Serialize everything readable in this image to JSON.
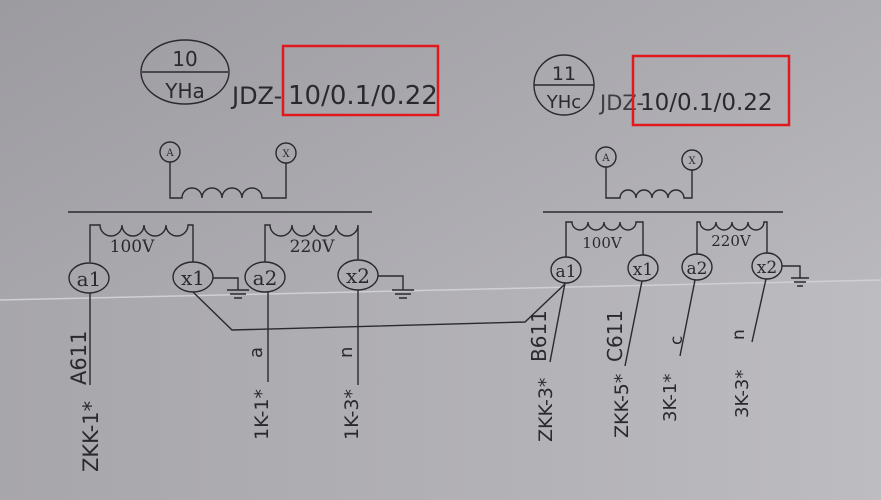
{
  "left_transformer": {
    "symbol_top": "10",
    "symbol_bottom": "YHa",
    "model_prefix": "JDZ-",
    "model_ratio": "10/0.1/0.22",
    "primary": {
      "start": "A",
      "end": "X"
    },
    "secondary_1_voltage": "100V",
    "secondary_2_voltage": "220V",
    "terminals": [
      "a1",
      "x1",
      "a2",
      "x2"
    ],
    "wires": [
      {
        "label": "A611",
        "terminal": "ZKK-1*"
      },
      {
        "label": "a",
        "terminal": "1K-1*"
      },
      {
        "label": "n",
        "terminal": "1K-3*"
      }
    ]
  },
  "right_transformer": {
    "symbol_top": "11",
    "symbol_bottom": "YHc",
    "model_prefix": "JDZ-",
    "model_ratio": "10/0.1/0.22",
    "primary": {
      "start": "A",
      "end": "X"
    },
    "secondary_1_voltage": "100V",
    "secondary_2_voltage": "220V",
    "terminals": [
      "a1",
      "x1",
      "a2",
      "x2"
    ],
    "wires": [
      {
        "label": "B611",
        "terminal": "ZKK-3*"
      },
      {
        "label": "C611",
        "terminal": "ZKK-5*"
      },
      {
        "label": "c",
        "terminal": "3K-1*"
      },
      {
        "label": "n",
        "terminal": "3K-3*"
      }
    ]
  },
  "highlight_color": "#e0191f"
}
